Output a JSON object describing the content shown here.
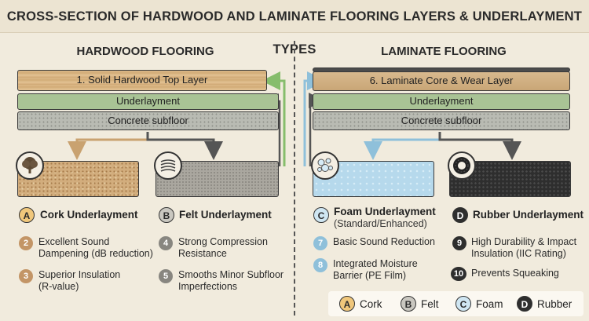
{
  "title": "CROSS-SECTION OF HARDWOOD AND LAMINATE FLOORING LAYERS & UNDERLAYMENT TYPES",
  "hardwood": {
    "heading": "HARDWOOD FLOORING",
    "layers": {
      "top": "1. Solid Hardwood Top Layer",
      "underlayment": "Underlayment",
      "subfloor": "Concrete subfloor"
    },
    "options": [
      {
        "badge": "A",
        "name": "Cork Underlayment",
        "icon": "tree-icon",
        "features": [
          {
            "num": "2",
            "text": "Excellent Sound Dampening (dB reduction)"
          },
          {
            "num": "3",
            "text": "Superior Insulation (R-value)"
          }
        ]
      },
      {
        "badge": "B",
        "name": "Felt Underlayment",
        "icon": "fibers-icon",
        "features": [
          {
            "num": "4",
            "text": "Strong Compression Resistance"
          },
          {
            "num": "5",
            "text": "Smooths Minor Subfloor Imperfections"
          }
        ]
      }
    ]
  },
  "laminate": {
    "heading": "LAMINATE FLOORING",
    "layers": {
      "top": "6. Laminate Core & Wear Layer",
      "underlayment": "Underlayment",
      "subfloor": "Concrete subfloor"
    },
    "options": [
      {
        "badge": "C",
        "name": "Foam Underlayment",
        "note": "(Standard/Enhanced)",
        "icon": "bubbles-icon",
        "features": [
          {
            "num": "7",
            "text": "Basic Sound Reduction"
          },
          {
            "num": "8",
            "text": "Integrated Moisture Barrier (PE Film)"
          }
        ]
      },
      {
        "badge": "D",
        "name": "Rubber Underlayment",
        "icon": "tire-icon",
        "features": [
          {
            "num": "9",
            "text": "High Durability & Impact Insulation (IIC Rating)"
          },
          {
            "num": "10",
            "text": "Prevents Squeaking"
          }
        ]
      }
    ]
  },
  "legend": [
    {
      "badge": "A",
      "label": "Cork"
    },
    {
      "badge": "B",
      "label": "Felt"
    },
    {
      "badge": "C",
      "label": "Foam"
    },
    {
      "badge": "D",
      "label": "Rubber"
    }
  ],
  "colors": {
    "cork": "#d2ad7d",
    "felt": "#aaa79f",
    "foam": "#b6d9ec",
    "rubber": "#2e2e2e",
    "underlayment": "#a9c395",
    "concrete": "#b9bbb3",
    "arrow_cork": "#c9a270",
    "arrow_felt": "#555555",
    "arrow_foam": "#8fc0da",
    "arrow_green": "#86bd6c"
  }
}
